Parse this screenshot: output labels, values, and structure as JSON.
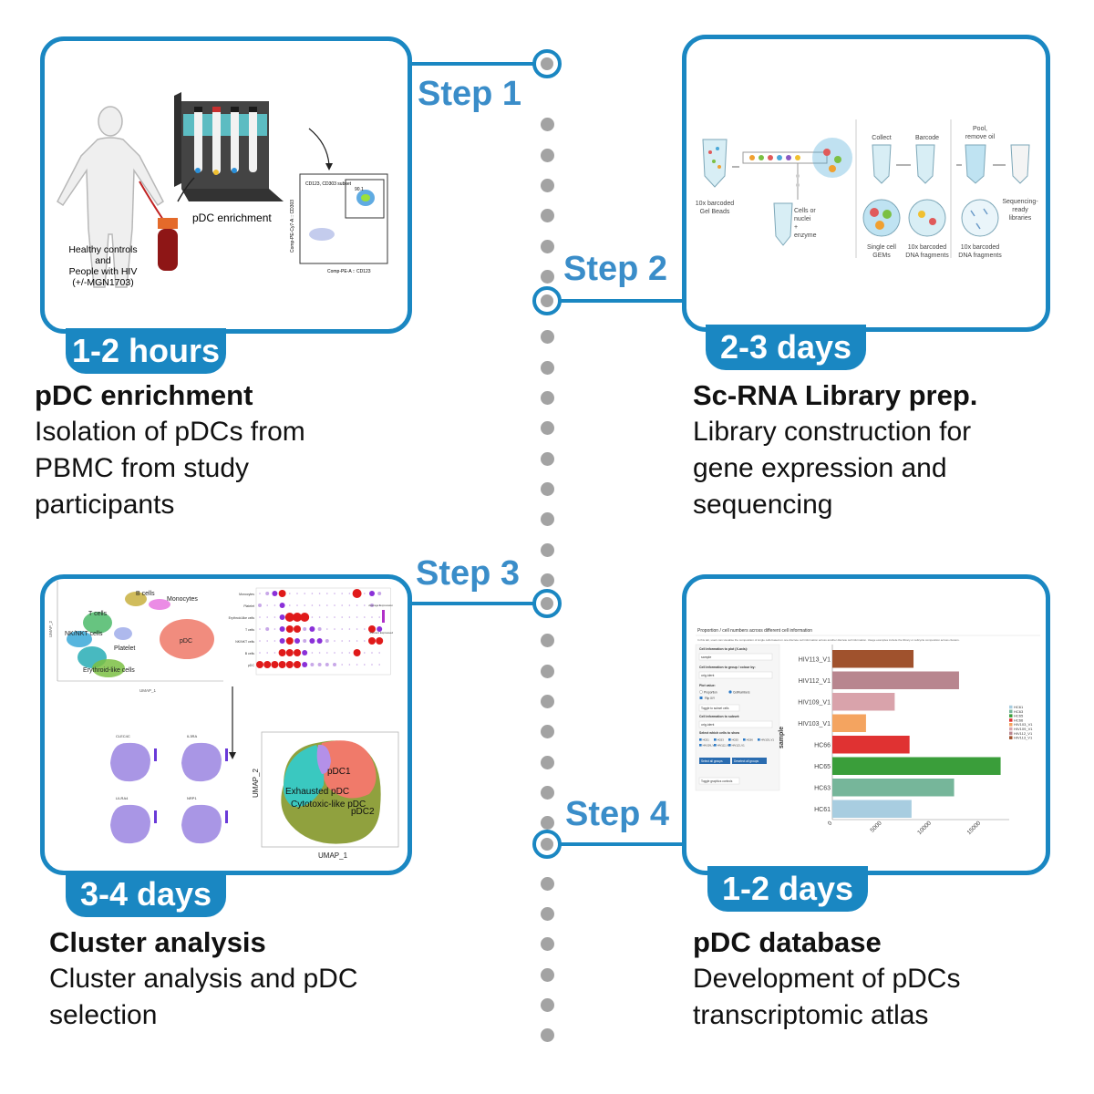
{
  "steps": [
    {
      "label": "Step 1",
      "duration": "1-2 hours",
      "title": "pDC enrichment",
      "description": "Isolation of pDCs from\nPBMC from study\nparticipants"
    },
    {
      "label": "Step 2",
      "duration": "2-3 days",
      "title": "Sc-RNA Library prep.",
      "description": "Library construction for\ngene expression and\nsequencing"
    },
    {
      "label": "Step 3",
      "duration": "3-4 days",
      "title": "Cluster analysis",
      "description": "Cluster analysis and pDC\nselection"
    },
    {
      "label": "Step 4",
      "duration": "1-2 days",
      "title": "pDC database",
      "description": "Development of pDCs\ntranscriptomic atlas"
    }
  ],
  "panel1": {
    "participants_line1": "Healthy controls",
    "participants_line2": "and",
    "participants_line3": "People with HIV",
    "participants_line4": "(+/-MGN1703)",
    "enrichment_label": "pDC enrichment",
    "gate_label": "CD123, CD303 subset",
    "gate_value": "90.1",
    "x_axis": "Comp-PE-A :: CD123",
    "y_axis": "Comp-PE-Cy7-A :: CD303"
  },
  "panel2": {
    "gel_beads_1": "10x barcoded",
    "gel_beads_2": "Gel Beads",
    "cells_1": "Cells or",
    "cells_2": "nuclei",
    "cells_3": "+",
    "cells_4": "enzyme",
    "collect": "Collect",
    "barcode": "Barcode",
    "pool_1": "Pool,",
    "pool_2": "remove oil",
    "single_cell_1": "Single cell",
    "single_cell_2": "GEMs",
    "dna_frag_1": "10x barcoded",
    "dna_frag_2": "DNA fragments",
    "dna_frag_3": "10x barcoded",
    "dna_frag_4": "DNA fragments",
    "seq_1": "Sequencing-",
    "seq_2": "ready",
    "seq_3": "libraries"
  },
  "panel3": {
    "umap_clusters": [
      "B cells",
      "Monocytes",
      "T cells",
      "NK/NKT cells",
      "Platelet",
      "pDC",
      "Erythroid-like cells"
    ],
    "umap_x": "UMAP_1",
    "umap_y": "UMAP_2",
    "dot_rows": [
      "Monocytes",
      "Platelet",
      "Erythroid-like cells",
      "T cells",
      "NK/NKT cells",
      "B cells",
      "pDC"
    ],
    "dot_legend_1": "Average Expression",
    "dot_legend_2": "Percent Expressed",
    "feature_titles": [
      "CLEC4C",
      "IL3RA",
      "LILRA4",
      "NRP1"
    ],
    "pdc_clusters": [
      "pDC1",
      "Exhausted pDC",
      "Cytotoxic-like pDC",
      "pDC2"
    ],
    "big_umap_x": "UMAP_1",
    "big_umap_y": "UMAP_2"
  },
  "panel4": {
    "header": "Proportion / cell numbers across different cell information",
    "subheader": "In this tab, users can visualise the composition of single cells based on one discrete cell information across another discrete cell information. Usage examples include the library or cellcycle composition across clusters.",
    "control_1": "Cell information to plot (X-axis):",
    "value_1": "sample",
    "control_2": "Cell information to group / colour by:",
    "value_2": "orig.ident",
    "control_3": "Plot value:",
    "radio_1": "Proportion",
    "radio_2": "CellNumbers",
    "check_1": "Flip X/Y",
    "toggle_1": "Toggle to subset cells",
    "control_4": "Cell information to subset:",
    "value_4": "orig.ident",
    "control_5": "Select which cells to show",
    "btn_select": "Select all groups",
    "btn_deselect": "Deselect all groups",
    "toggle_2": "Toggle graphics controls",
    "y_axis_label": "sample"
  },
  "chart_data": {
    "type": "bar",
    "orientation": "horizontal",
    "categories": [
      "HIV113_V1",
      "HIV112_V1",
      "HIV109_V1",
      "HIV103_V1",
      "HC66",
      "HC65",
      "HC63",
      "HC61"
    ],
    "values": [
      8200,
      12800,
      6300,
      3400,
      7800,
      17000,
      12300,
      8000
    ],
    "colors": [
      "#a0522d",
      "#b8868f",
      "#d9a3ab",
      "#f4a460",
      "#e03232",
      "#3a9e3a",
      "#76b69a",
      "#a8cde0"
    ],
    "xlabel": "",
    "ylabel": "sample",
    "xticks": [
      "0",
      "5000",
      "10000",
      "15000"
    ],
    "xlim": [
      0,
      17500
    ],
    "legend": [
      "HC61",
      "HC63",
      "HC65",
      "HC66",
      "HIV103_V1",
      "HIV109_V1",
      "HIV112_V1",
      "HIV113_V1"
    ],
    "legend_position": "right"
  }
}
